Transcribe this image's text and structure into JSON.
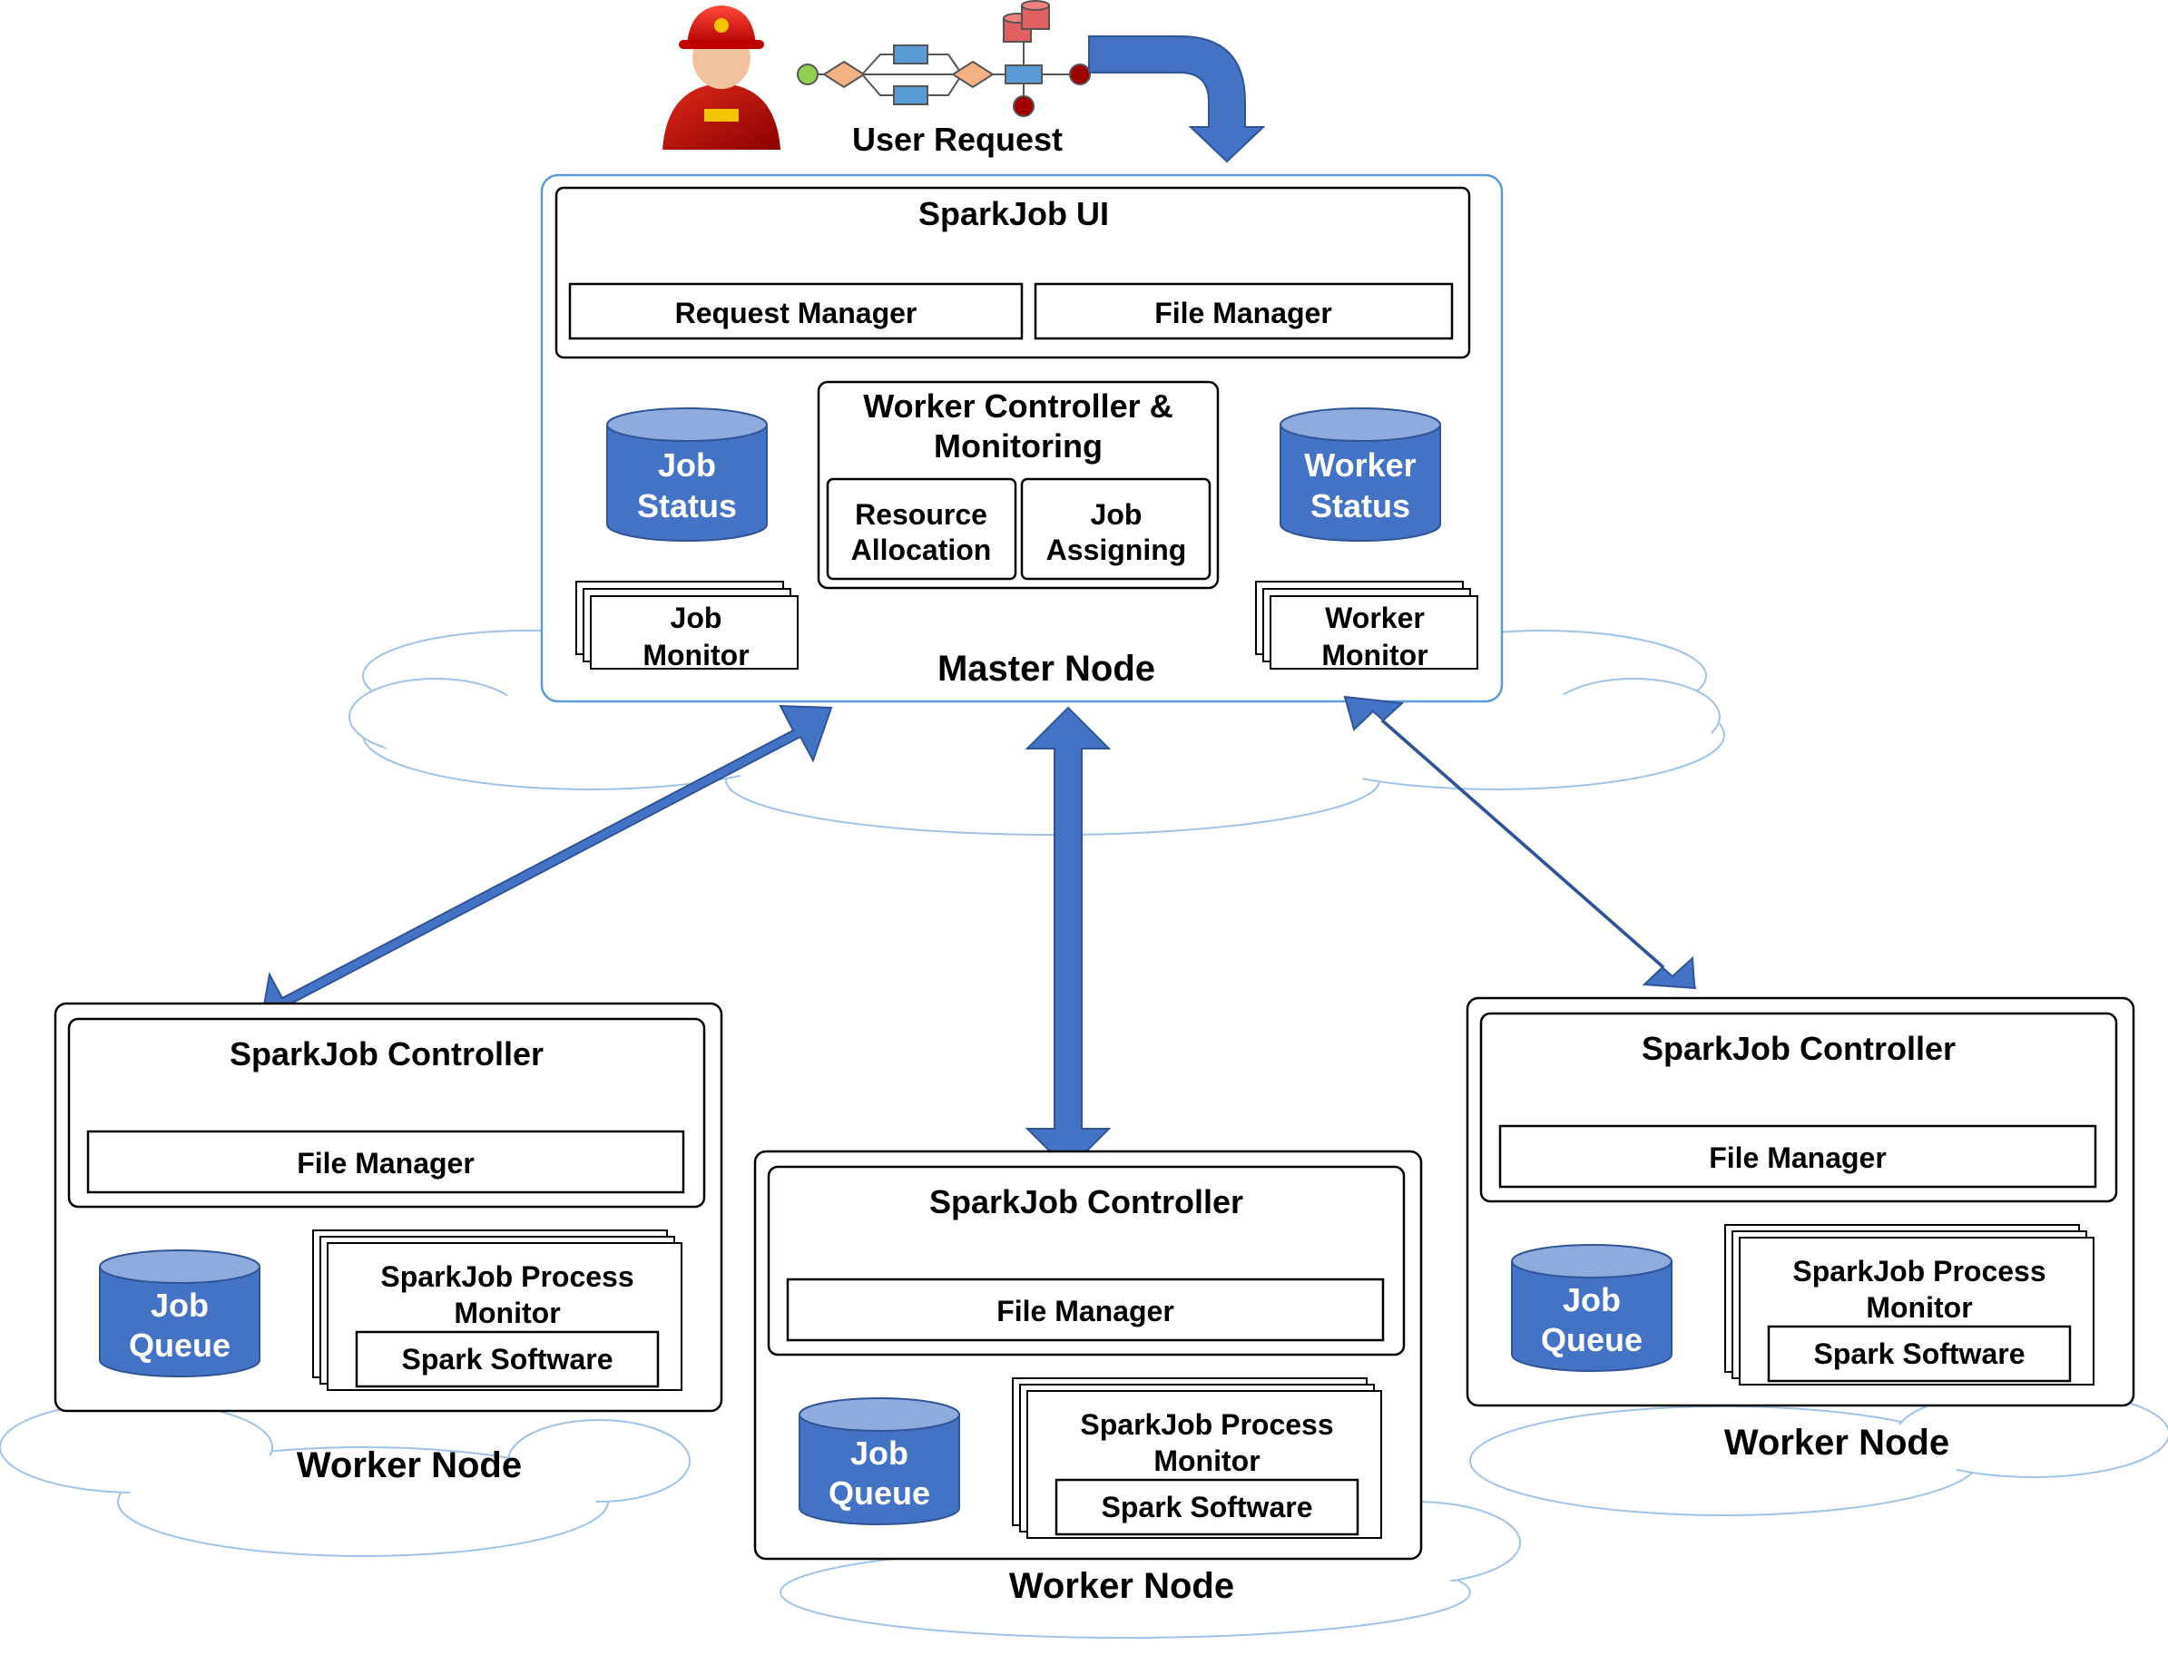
{
  "colors": {
    "accent": "#4472C4",
    "db_top": "#8FAADC",
    "cloud_stroke": "#9DC3E6",
    "master_border": "#5B9BD5",
    "text": "#000000",
    "db_text": "#FFFFFF",
    "user_red": "#C00000"
  },
  "user_request": {
    "label": "User Request",
    "icon": "firefighter-user-icon",
    "workflow_icon": "workflow-diagram-icon"
  },
  "master": {
    "label": "Master Node",
    "ui": {
      "title": "SparkJob UI",
      "request_manager": "Request Manager",
      "file_manager": "File Manager"
    },
    "controller": {
      "line1": "Worker Controller &",
      "line2": "Monitoring",
      "resource_line1": "Resource",
      "resource_line2": "Allocation",
      "assign_line1": "Job",
      "assign_line2": "Assigning"
    },
    "job_status": {
      "line1": "Job",
      "line2": "Status"
    },
    "worker_status": {
      "line1": "Worker",
      "line2": "Status"
    },
    "job_monitor": {
      "line1": "Job",
      "line2": "Monitor"
    },
    "worker_monitor": {
      "line1": "Worker",
      "line2": "Monitor"
    }
  },
  "workers": [
    {
      "label": "Worker Node",
      "controller_title": "SparkJob Controller",
      "file_manager": "File Manager",
      "queue_line1": "Job",
      "queue_line2": "Queue",
      "process_line1": "SparkJob Process",
      "process_line2": "Monitor",
      "software": "Spark Software"
    },
    {
      "label": "Worker Node",
      "controller_title": "SparkJob Controller",
      "file_manager": "File Manager",
      "queue_line1": "Job",
      "queue_line2": "Queue",
      "process_line1": "SparkJob Process",
      "process_line2": "Monitor",
      "software": "Spark Software"
    },
    {
      "label": "Worker Node",
      "controller_title": "SparkJob Controller",
      "file_manager": "File Manager",
      "queue_line1": "Job",
      "queue_line2": "Queue",
      "process_line1": "SparkJob Process",
      "process_line2": "Monitor",
      "software": "Spark Software"
    }
  ]
}
